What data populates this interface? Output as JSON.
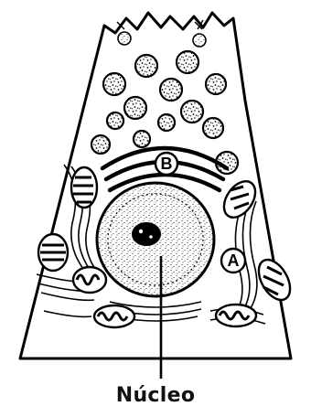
{
  "diagram": {
    "labels": {
      "golgi": "B",
      "mitochondrion": "A",
      "nucleus": "Núcleo"
    }
  }
}
